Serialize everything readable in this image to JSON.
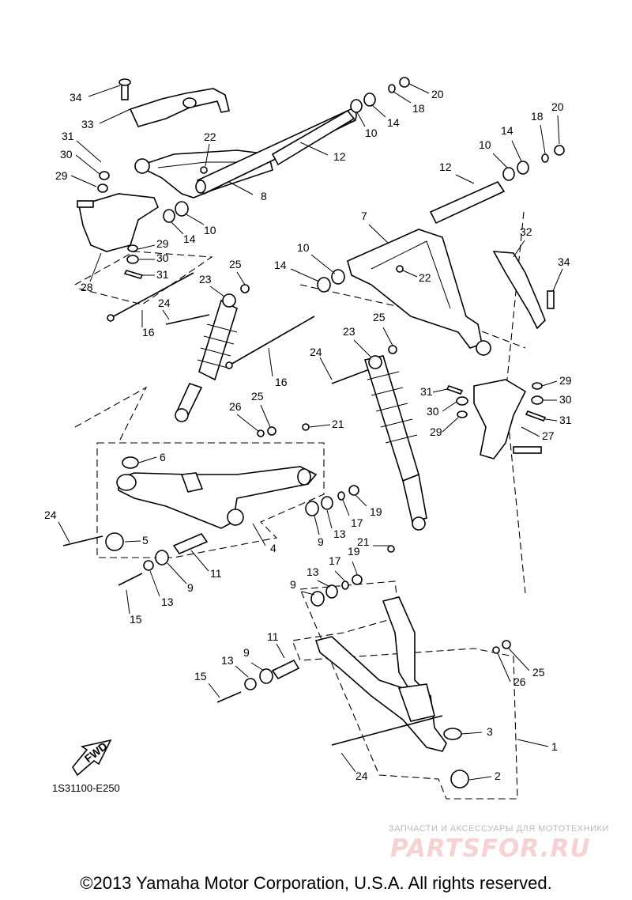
{
  "diagram_code": "1S31100-E250",
  "fwd_label": "FWD",
  "watermark": {
    "tagline": "ЗАПЧАСТИ И АКСЕССУАРЫ ДЛЯ МОТОТЕХНИКИ",
    "logo": "PARTSFOR.RU"
  },
  "copyright": "©2013 Yamaha Motor Corporation, U.S.A. All rights reserved.",
  "callouts": [
    {
      "id": "c34a",
      "label": "34"
    },
    {
      "id": "c33",
      "label": "33"
    },
    {
      "id": "c31a",
      "label": "31"
    },
    {
      "id": "c30a",
      "label": "30"
    },
    {
      "id": "c29a",
      "label": "29"
    },
    {
      "id": "c22a",
      "label": "22"
    },
    {
      "id": "c8",
      "label": "8"
    },
    {
      "id": "c12a",
      "label": "12"
    },
    {
      "id": "c10a",
      "label": "10"
    },
    {
      "id": "c14a",
      "label": "14"
    },
    {
      "id": "c18a",
      "label": "18"
    },
    {
      "id": "c20a",
      "label": "20"
    },
    {
      "id": "c14b",
      "label": "14"
    },
    {
      "id": "c10b",
      "label": "10"
    },
    {
      "id": "c14c",
      "label": "14"
    },
    {
      "id": "c18b",
      "label": "18"
    },
    {
      "id": "c20b",
      "label": "20"
    },
    {
      "id": "c10c",
      "label": "10"
    },
    {
      "id": "c12b",
      "label": "12"
    },
    {
      "id": "c7",
      "label": "7"
    },
    {
      "id": "c29b",
      "label": "29"
    },
    {
      "id": "c30b",
      "label": "30"
    },
    {
      "id": "c31b",
      "label": "31"
    },
    {
      "id": "c28",
      "label": "28"
    },
    {
      "id": "c14d",
      "label": "14"
    },
    {
      "id": "c10d",
      "label": "10"
    },
    {
      "id": "c22b",
      "label": "22"
    },
    {
      "id": "c32",
      "label": "32"
    },
    {
      "id": "c34b",
      "label": "34"
    },
    {
      "id": "c25a",
      "label": "25"
    },
    {
      "id": "c23a",
      "label": "23"
    },
    {
      "id": "c24a",
      "label": "24"
    },
    {
      "id": "c16a",
      "label": "16"
    },
    {
      "id": "c16b",
      "label": "16"
    },
    {
      "id": "c23b",
      "label": "23"
    },
    {
      "id": "c25b",
      "label": "25"
    },
    {
      "id": "c24b",
      "label": "24"
    },
    {
      "id": "c29c",
      "label": "29"
    },
    {
      "id": "c31c",
      "label": "31"
    },
    {
      "id": "c30c",
      "label": "30"
    },
    {
      "id": "c30d",
      "label": "30"
    },
    {
      "id": "c31d",
      "label": "31"
    },
    {
      "id": "c29d",
      "label": "29"
    },
    {
      "id": "c27",
      "label": "27"
    },
    {
      "id": "c26a",
      "label": "26"
    },
    {
      "id": "c25c",
      "label": "25"
    },
    {
      "id": "c21a",
      "label": "21"
    },
    {
      "id": "c6",
      "label": "6"
    },
    {
      "id": "c24c",
      "label": "24"
    },
    {
      "id": "c5",
      "label": "5"
    },
    {
      "id": "c4",
      "label": "4"
    },
    {
      "id": "c9a",
      "label": "9"
    },
    {
      "id": "c13a",
      "label": "13"
    },
    {
      "id": "c17a",
      "label": "17"
    },
    {
      "id": "c19a",
      "label": "19"
    },
    {
      "id": "c11a",
      "label": "11"
    },
    {
      "id": "c9b",
      "label": "9"
    },
    {
      "id": "c13b",
      "label": "13"
    },
    {
      "id": "c15a",
      "label": "15"
    },
    {
      "id": "c21b",
      "label": "21"
    },
    {
      "id": "c19b",
      "label": "19"
    },
    {
      "id": "c17b",
      "label": "17"
    },
    {
      "id": "c13c",
      "label": "13"
    },
    {
      "id": "c9c",
      "label": "9"
    },
    {
      "id": "c11b",
      "label": "11"
    },
    {
      "id": "c13d",
      "label": "13"
    },
    {
      "id": "c9d",
      "label": "9"
    },
    {
      "id": "c15b",
      "label": "15"
    },
    {
      "id": "c25d",
      "label": "25"
    },
    {
      "id": "c26b",
      "label": "26"
    },
    {
      "id": "c3",
      "label": "3"
    },
    {
      "id": "c1",
      "label": "1"
    },
    {
      "id": "c2",
      "label": "2"
    },
    {
      "id": "c24d",
      "label": "24"
    }
  ]
}
